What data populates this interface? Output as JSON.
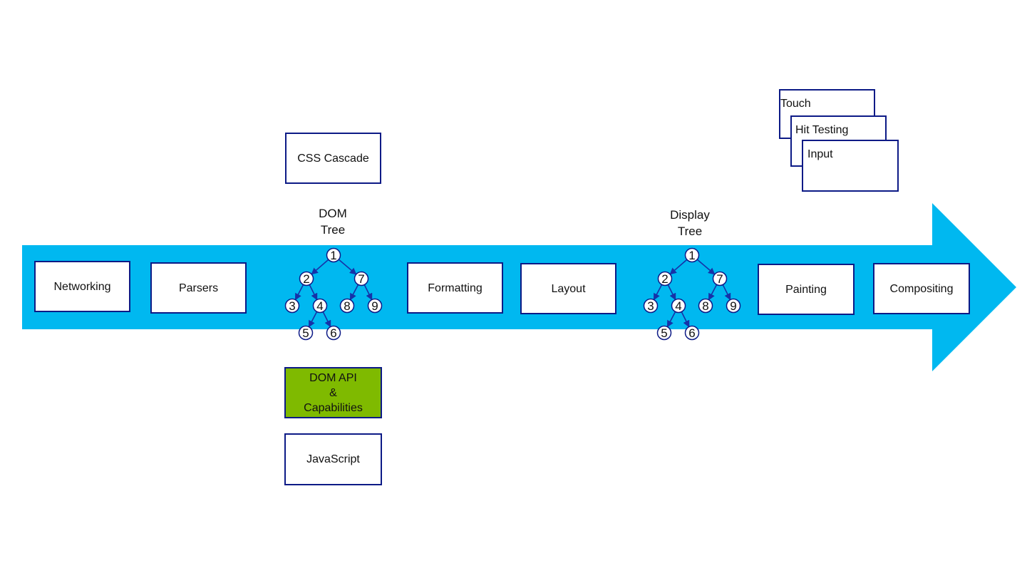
{
  "colors": {
    "arrow": "#00b8f0",
    "box_border": "#0c1a86",
    "box_fill": "#ffffff",
    "highlight_fill": "#7fba00",
    "tree_edge": "#1632a8"
  },
  "pipeline": [
    {
      "id": "networking",
      "label": "Networking"
    },
    {
      "id": "parsers",
      "label": "Parsers"
    },
    {
      "id": "formatting",
      "label": "Formatting"
    },
    {
      "id": "layout",
      "label": "Layout"
    },
    {
      "id": "painting",
      "label": "Painting"
    },
    {
      "id": "compositing",
      "label": "Compositing"
    }
  ],
  "dom_column": {
    "css_cascade": "CSS Cascade",
    "tree_title_line1": "DOM",
    "tree_title_line2": "Tree",
    "dom_api_line1": "DOM API",
    "dom_api_line2": "&",
    "dom_api_line3": "Capabilities",
    "javascript": "JavaScript"
  },
  "display_column": {
    "tree_title_line1": "Display",
    "tree_title_line2": "Tree"
  },
  "input_stack": {
    "touch": "Touch",
    "hit_testing": "Hit Testing",
    "input": "Input"
  },
  "tree": {
    "nodes": [
      "1",
      "2",
      "3",
      "4",
      "5",
      "6",
      "7",
      "8",
      "9"
    ],
    "edges": [
      [
        "1",
        "2"
      ],
      [
        "1",
        "7"
      ],
      [
        "2",
        "3"
      ],
      [
        "2",
        "4"
      ],
      [
        "4",
        "5"
      ],
      [
        "4",
        "6"
      ],
      [
        "7",
        "8"
      ],
      [
        "7",
        "9"
      ]
    ]
  }
}
